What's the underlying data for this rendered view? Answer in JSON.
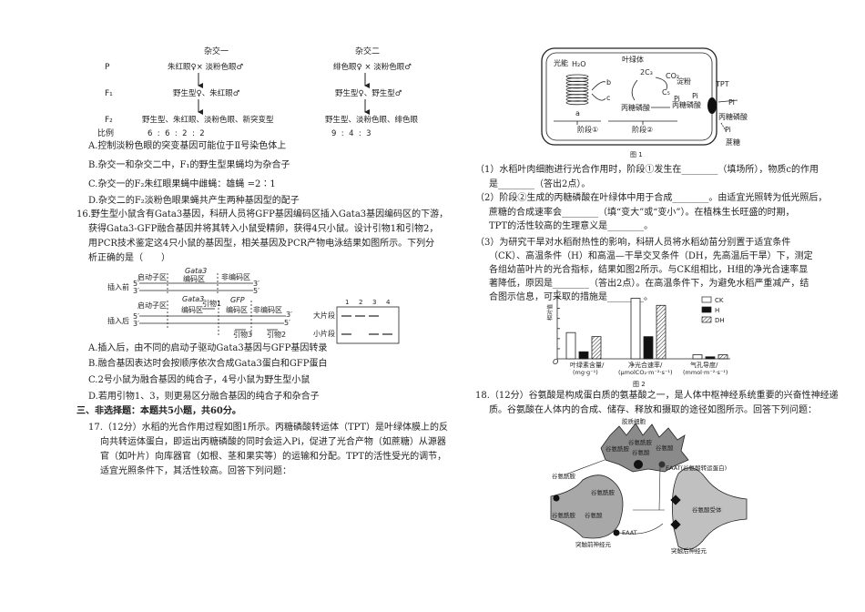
{
  "q15": {
    "cross1_title": "杂交一",
    "cross2_title": "杂交二",
    "row_p": "P",
    "row_f1": "F₁",
    "row_f2": "F₂",
    "row_ratio": "比例",
    "cross1_p": "朱红眼♀× 淡粉色眼♂",
    "cross1_f1": "野生型♀、朱红眼♂",
    "cross1_f2": "野生型、朱红眼、淡粉色眼、新突变型",
    "cross1_ratio": "6  :  6  :  2  :  2",
    "cross2_p": "绯色眼♀ × 淡粉色眼♂",
    "cross2_f1": "野生型♀、野生型♂",
    "cross2_f2": "野生型、淡粉色眼、绯色眼",
    "cross2_ratio": "9  :  4  :  3",
    "options": [
      "A.控制淡粉色眼的突变基因可能位于Ⅱ号染色体上",
      "B.杂交一和杂交二中，F₁的野生型果蝇均为杂合子",
      "C.杂交一的F₂朱红眼果蝇中雌蝇：雄蝇 =2∶1",
      "D.杂交二的F₂淡粉色眼果蝇共产生两种基因型的配子"
    ]
  },
  "q16": {
    "stem": [
      "16.野生型小鼠含有Gata3基因，科研人员将GFP基因编码区插入Gata3基因编码区的下游，",
      "获得Gata3-GFP融合基因并将其转入小鼠受精卵，获得4只小鼠。设计引物1和引物2，",
      "用PCR技术鉴定这4只小鼠的基因型，相关基因及PCR产物电泳结果如图所示。下列分",
      "析正确的是（　　）"
    ],
    "diagram": {
      "before": "插入前",
      "after": "插入后",
      "promoter": "启动子区",
      "gata3": "Gata3",
      "coding": "编码区",
      "noncoding": "非编码区",
      "gfp": "GFP",
      "primer1": "引物1",
      "primer2": "引物2",
      "primer3": "引物3",
      "end5": "5′",
      "end3": "3′"
    },
    "gel": {
      "lanes": [
        "1",
        "2",
        "3",
        "4"
      ],
      "large": "大片段",
      "small": "小片段",
      "large_bands": [
        true,
        true,
        true,
        false
      ],
      "small_bands": [
        true,
        false,
        true,
        true
      ]
    },
    "options": [
      "A.插入后，由不同的启动子驱动Gata3基因与GFP基因转录",
      "B.融合基因表达时会按顺序依次合成Gata3蛋白和GFP蛋白",
      "C.2号小鼠为融合基因的纯合子，4号小鼠为野生型小鼠",
      "D.若用引物1、3，则更易区分融合基因的纯合子和杂合子"
    ]
  },
  "section3": "三、非选择题：本题共5小题，共60分。",
  "q17": {
    "stem": [
      "17.（12分）水稻的光合作用过程如图1所示。丙糖磷酸转运体（TPT）是叶绿体膜上的反",
      "向共转运体蛋白，即运出丙糖磷酸的同时会运入Pi，促进了光合产物（如蔗糖）从源器",
      "官（如叶片）向库器官（如根、茎和果实等）的运输和分配。TPT的活性受光的调节，",
      "适宜光照条件下，其活性较高。回答下列问题："
    ],
    "fig1": {
      "caption": "图 1",
      "chloroplast": "叶绿体",
      "light": "光能",
      "h2o": "H₂O",
      "a": "a",
      "b": "b",
      "c": "c",
      "c3": "2C₃",
      "co2": "CO₂",
      "c5": "C₅",
      "starch": "淀粉",
      "pi": "Pi",
      "tp": "丙糖磷酸",
      "tpt": "TPT",
      "sucrose": "蔗糖",
      "stage1": "阶段①",
      "stage2": "阶段②"
    },
    "questions": [
      "（1）水稻叶肉细胞进行光合作用时，阶段①发生在________（填场所），物质c的作用",
      "是________（答出2点）。",
      "（2）阶段②生成的丙糖磷酸在叶绿体中用于合成________。由适宜光照转为低光照后，",
      "蔗糖的合成速率会________（填“变大”或“变小”）。在植株生长旺盛的时期，",
      "TPT的活性较高的生理意义是________。",
      "（3）为研究干旱对水稻耐热性的影响，科研人员将水稻幼苗分别置于适宜条件",
      "（CK）、高温条件（H）和高温—干旱交叉条件（DH，先高温后干旱）下，测定",
      "各组幼苗叶片的光合指标，结果如图2所示。与CK组相比，H组的净光合速率显",
      "著降低，原因是________（答出2点）。在高温条件下，为避免水稻严重减产，结",
      "合图示信息，可采取的措施是________。"
    ]
  },
  "chart_data": {
    "type": "bar",
    "title": "",
    "caption": "图 2",
    "ylabel": "相对值",
    "origin_label": "O",
    "categories": [
      "叶绿素含量/",
      "净光合速率/",
      "气孔导度/"
    ],
    "category_units": [
      "(mg·g⁻¹)",
      "(μmolCO₂·m⁻²·s⁻¹)",
      "(mmol·m⁻²·s⁻¹)"
    ],
    "series": [
      {
        "name": "CK",
        "values": [
          2.6,
          6.0,
          0.4
        ],
        "color": "#ffffff",
        "pattern": "open"
      },
      {
        "name": "H",
        "values": [
          0.7,
          2.2,
          0.2
        ],
        "color": "#111111",
        "pattern": "solid"
      },
      {
        "name": "DH",
        "values": [
          2.2,
          5.3,
          0.4
        ],
        "color": "#ffffff",
        "pattern": "hatched"
      }
    ],
    "ylim": [
      0,
      6.5
    ],
    "y_tick_labels": false,
    "grid": false,
    "legend": "top-right"
  },
  "q18": {
    "stem": [
      "18.（12分）谷氨酸是构成蛋白质的氨基酸之一，是人体中枢神经系统重要的兴奋性神经递",
      "质。谷氨酸在人体内的合成、储存、释放和摄取的途径如图所示。回答下列问题："
    ],
    "fig": {
      "glia": "胶质细胞",
      "gln": "谷氨酰胺",
      "glu": "谷氨酸",
      "eaat_full": "EAAT(谷氨酸转运蛋白)",
      "eaat": "EAAT",
      "receptor": "谷氨酸受体",
      "pre": "突触前神经元",
      "post": "突触后神经元"
    }
  }
}
